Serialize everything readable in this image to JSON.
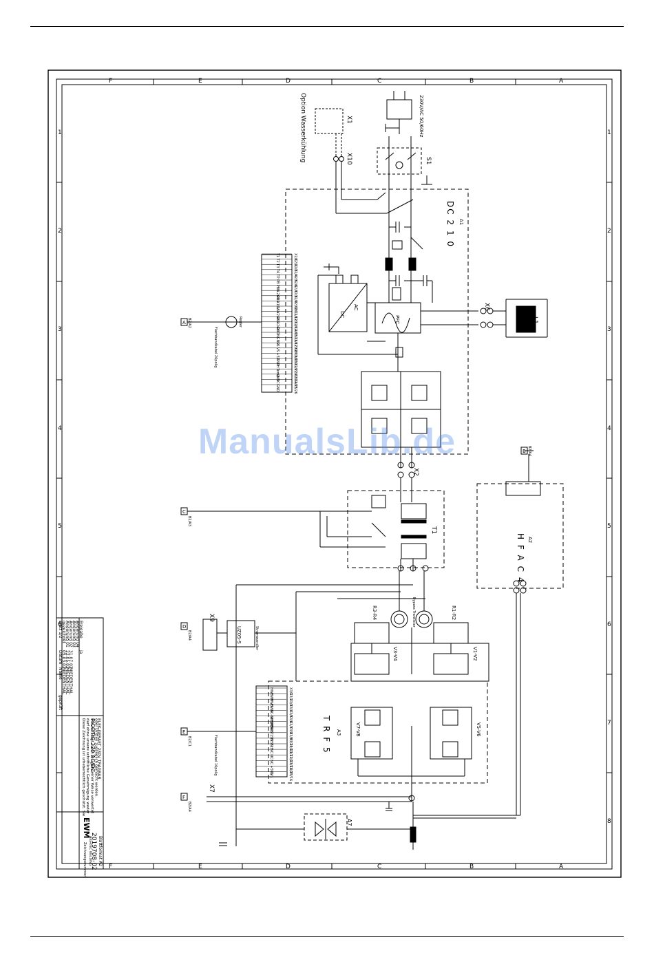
{
  "page": {
    "watermark": "ManualsLib.de"
  },
  "frame": {
    "top_letters": [
      "F",
      "E",
      "D",
      "C",
      "B",
      "A"
    ],
    "side_numbers": [
      "1",
      "2",
      "3",
      "4",
      "5",
      "6",
      "7",
      "8"
    ]
  },
  "schematic": {
    "dc210": {
      "ref": "A1",
      "name": "DC 2 1 0"
    },
    "hfac4": {
      "ref": "A2",
      "name": "H F A C 4"
    },
    "trf5": {
      "ref": "A3",
      "name": "T R F 5"
    },
    "mains": {
      "label": "230V/AC 50/60Hz"
    },
    "option": {
      "label": "Option Wasserkühlung"
    },
    "connectors": {
      "x1": "X1",
      "x10": "X10",
      "s1": "S1",
      "x6": "X6",
      "l1": "L1",
      "x2": "X2",
      "t1": "T1",
      "x9": "X9",
      "x7": "X7",
      "a7": "A7"
    },
    "pfc": "PFC",
    "ac": "AC",
    "dc": "DC",
    "regler": "Regler",
    "stromwandler": "Stromwandler",
    "uzs": "UZ05-S",
    "rectifiers": {
      "r34": "R3-R4",
      "r12": "R1-R2",
      "v34": "V3-V4",
      "v12": "V1-V2",
      "v78": "V7-V8",
      "v56": "V5-V6",
      "bypass": "Bypass Transistor"
    },
    "x2_pins": [
      "X2/1",
      "X2/2",
      "X2/3",
      "X2/4",
      "X2/5",
      "X2/6",
      "X2/7",
      "X2/8",
      "X2/9",
      "X2/10",
      "X2/11",
      "X2/12",
      "X2/13",
      "X2/14",
      "X2/15",
      "X2/16",
      "X2/17",
      "X2/18",
      "X2/19",
      "X2/20",
      "X2/21",
      "X2/22",
      "X2/23",
      "X2/24",
      "X2/25",
      "X2/26"
    ],
    "x2_signals": [
      "T1",
      "T2",
      "T3",
      "T4",
      "TP",
      "PB",
      "PBN",
      "+24V",
      "GND",
      "+15V",
      "-15V",
      "+24V",
      "GND",
      "+24V",
      "GND",
      "ON",
      "GND",
      "SS",
      "VS",
      "+5V",
      "GND",
      "PH",
      "Temp",
      "GND",
      "NC",
      "GND"
    ],
    "x3_pins": [
      "X3/1",
      "X3/2",
      "X3/3",
      "X3/4",
      "X3/5",
      "X3/6",
      "X3/7",
      "X3/8",
      "X3/9",
      "X3/10",
      "X3/11",
      "X3/12",
      "X3/13",
      "X3/14",
      "X3/15",
      "X3/16"
    ],
    "x3_signals": [
      "HWE",
      "HWA",
      "HWB",
      "HWS",
      "AC-STEUER",
      "Temp-Sek",
      "TP0",
      "T2S",
      "T1SN",
      "T2SN",
      "T1S",
      "NC",
      "NC",
      "NC",
      "+5V1",
      "GV1"
    ],
    "refs": {
      "a": "A",
      "a_ref": "B2/A2",
      "b": "B",
      "b_ref": "B2/A4",
      "c": "C",
      "c_ref": "B2/A3",
      "d": "D",
      "d_ref": "B2/A4",
      "e": "E",
      "e_ref": "B2/C1",
      "f": "F",
      "f_ref": "B2/A4"
    },
    "flachband_a": "Flachbandkabel 26polig",
    "flachband_e": "Flachbandkabel 16polig"
  },
  "title_block": {
    "rows": [
      {
        "col1": "Blatt 1/2",
        "col2": "Datum",
        "col3": "Name",
        "col4": "geprüft"
      },
      {
        "col1": "gezeichnet",
        "col2": "05.03.02",
        "col3": "MIEDENTHAL",
        "col4": ""
      },
      {
        "col1": "Änderung 01",
        "col2": "22.05.02",
        "col3": "MIEDENTHAL",
        "col4": ""
      },
      {
        "col1": "Änderung 02",
        "col2": "31.07.02",
        "col3": "MIEDENTHAL",
        "col4": ""
      },
      {
        "col1": "Änderung 03",
        "col2": "",
        "col3": "",
        "col4": ""
      },
      {
        "col1": "Änderung 04",
        "col2": "",
        "col3": "",
        "col4": ""
      },
      {
        "col1": "Freigabe",
        "col2": "ja",
        "col3": "",
        "col4": ""
      }
    ],
    "notice": "Diese Zeichnung ist urheberrechtlich geschützt. Sie darf ohne unsere schriftliche Genehmigung weder vervielfältigt, noch in irgendeiner Weise verwertet oder Dritten zugänglich gemacht werden.",
    "product": "PICOTIG 220 AC/DC",
    "subtitle": "ELEK-GERAET 230V TRAGBAR",
    "brand": "EWM",
    "brand_sub": "HIGHTEC WELDING",
    "drawing_label": "Zeichnungsnummer",
    "drawing_no": "2019708-02",
    "format": "Blattformat A2"
  }
}
